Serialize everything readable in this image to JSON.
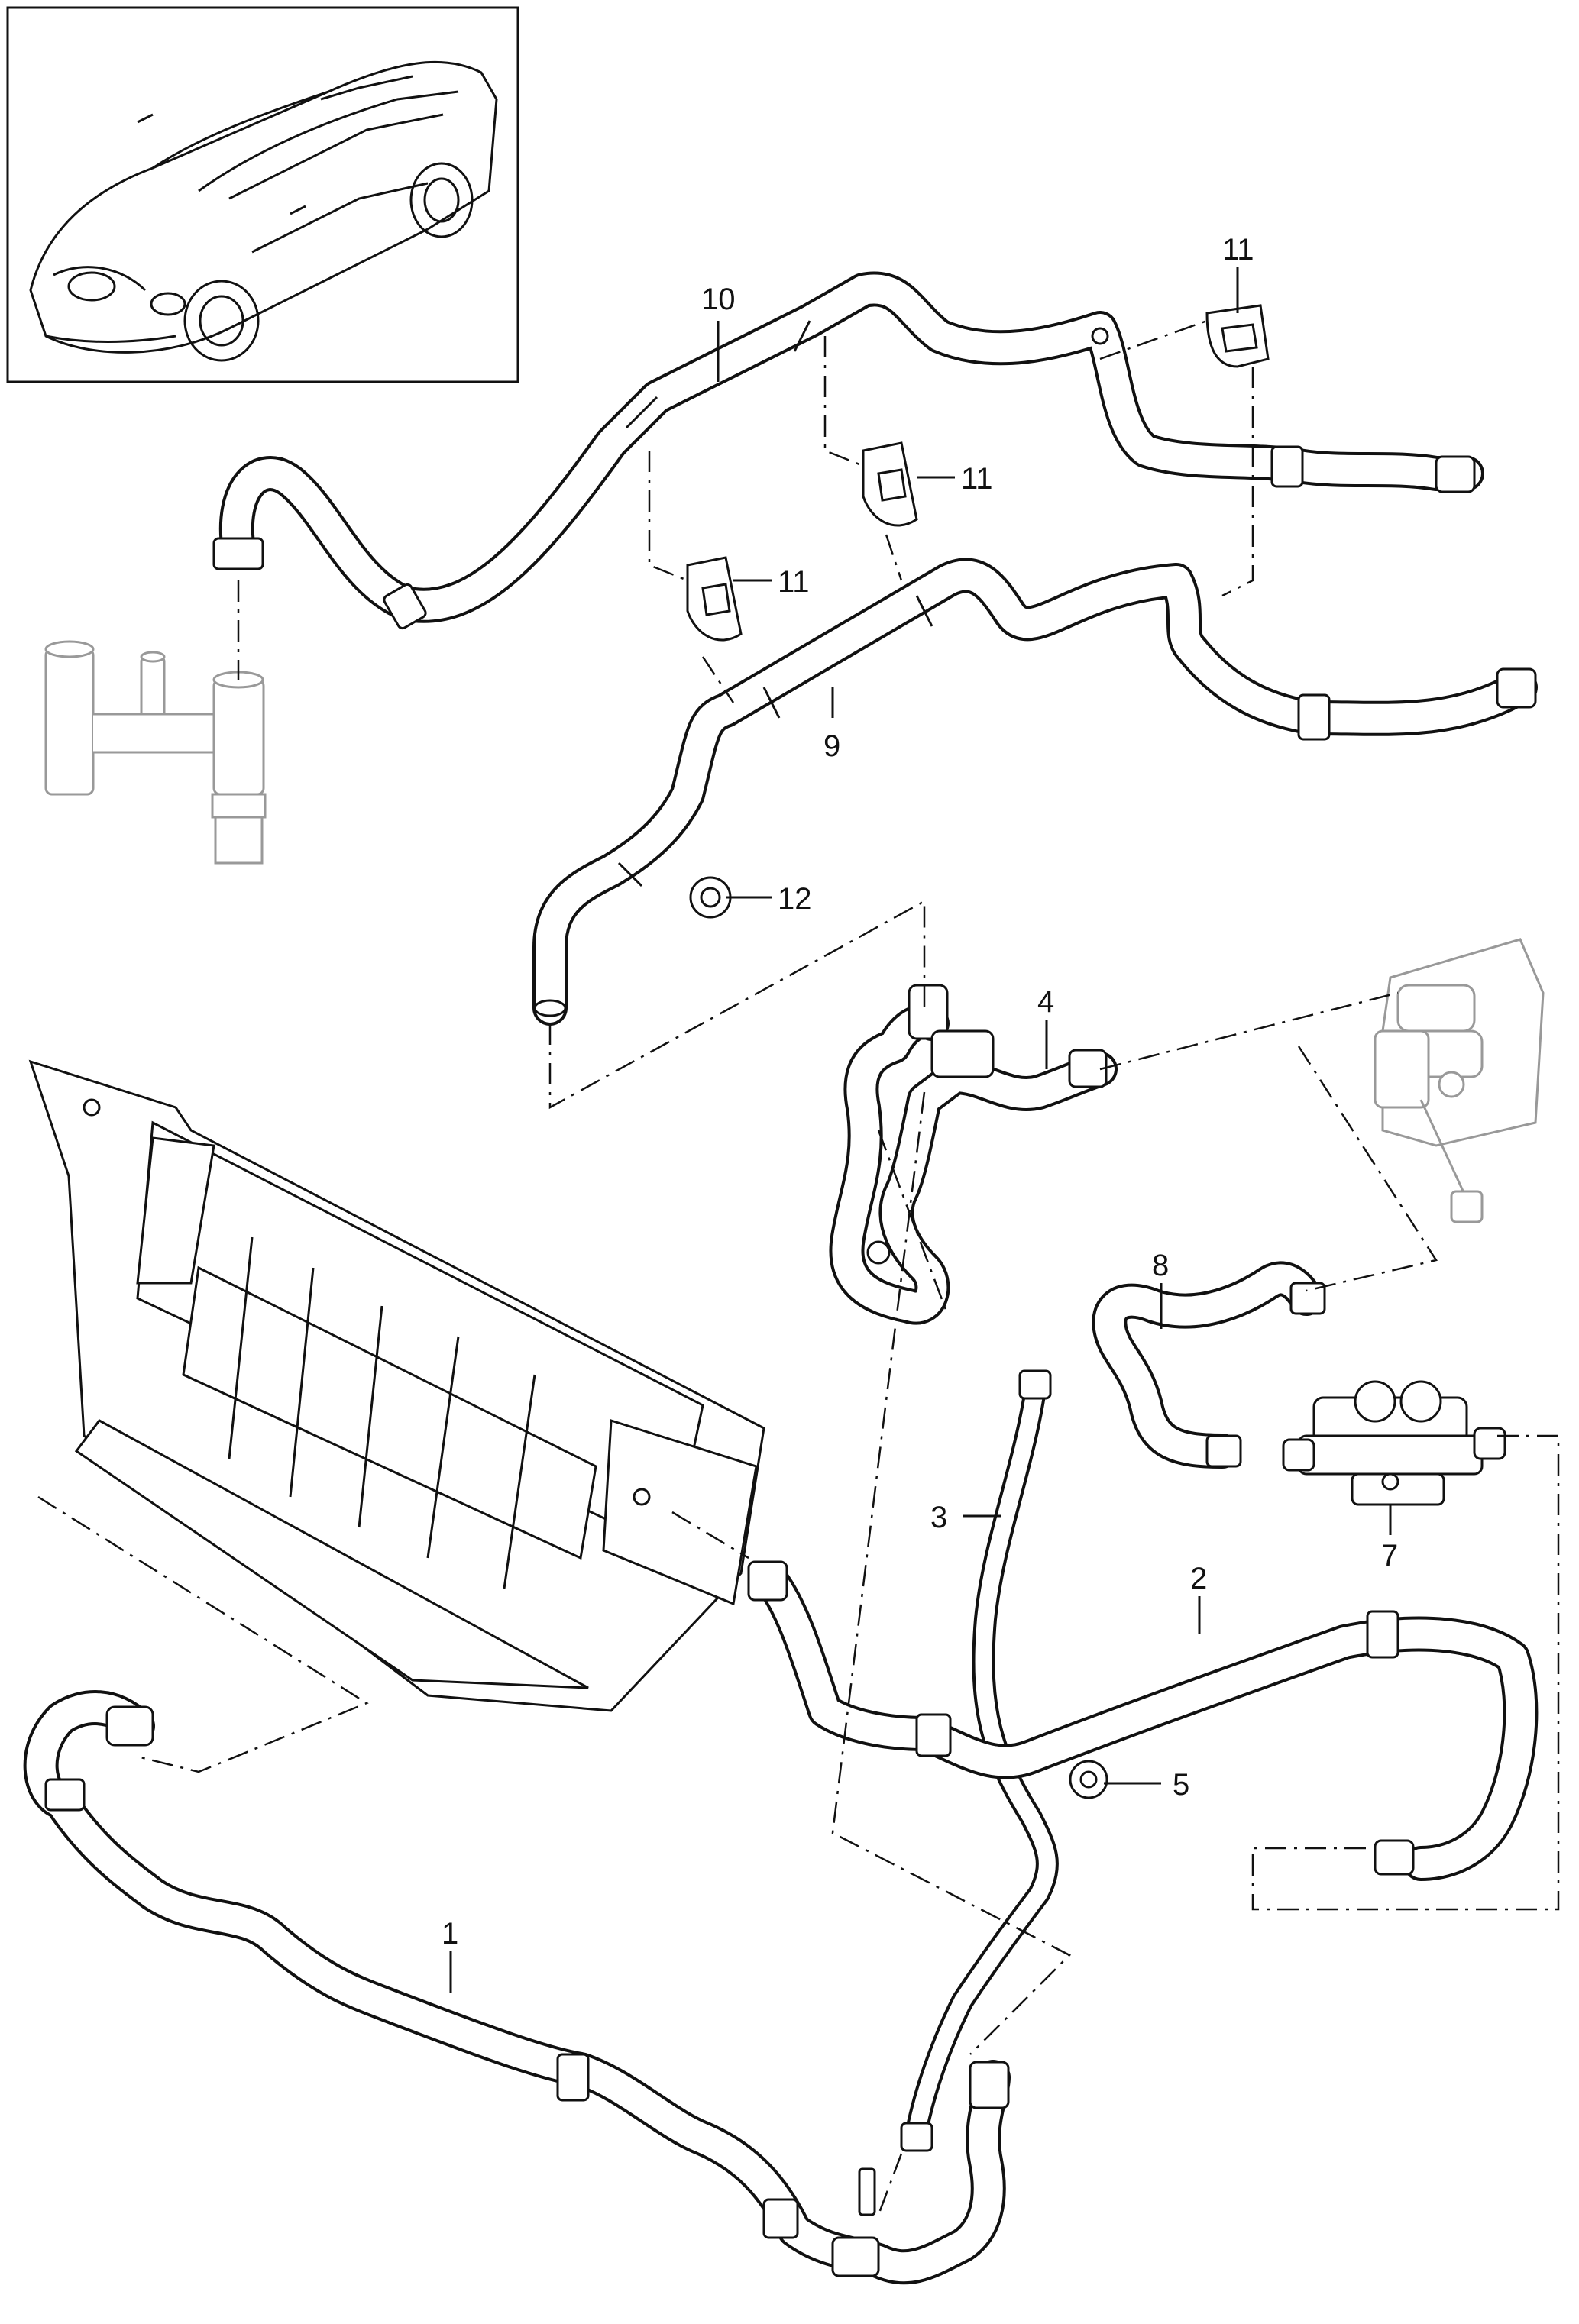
{
  "diagram": {
    "callouts": {
      "c1": "1",
      "c2": "2",
      "c3": "3",
      "c4": "4",
      "c5": "5",
      "c7": "7",
      "c8": "8",
      "c9": "9",
      "c10": "10",
      "c11a": "11",
      "c11b": "11",
      "c11c": "11",
      "c12": "12"
    }
  }
}
